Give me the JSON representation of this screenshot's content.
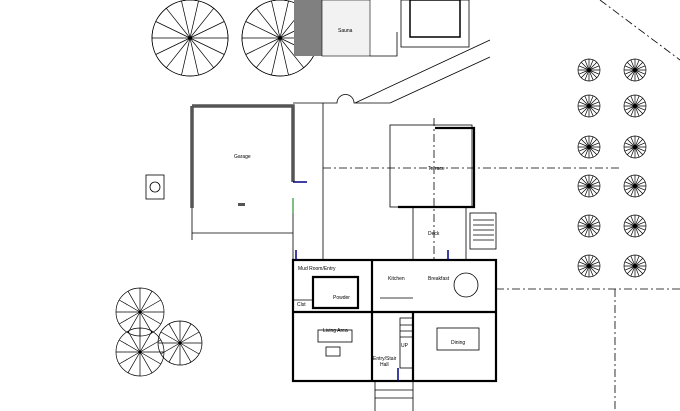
{
  "rooms": {
    "sauna": "Sauna",
    "garage": "Garage",
    "terrace": "Terrace",
    "deck": "Deck",
    "mud_room": "Mud Room/Entry",
    "kitchen": "Kitchen",
    "breakfast": "Breakfast",
    "closet": "Clst",
    "powder": "Powder",
    "living": "Living Area",
    "dining": "Dining",
    "hall_line1": "Entry/Stair",
    "hall_line2": "Hall",
    "stair_up": "UP"
  },
  "colors": {
    "wall": "#000000",
    "sauna_wall": "#808080",
    "door": "#000080",
    "garage_door": "#008000"
  }
}
